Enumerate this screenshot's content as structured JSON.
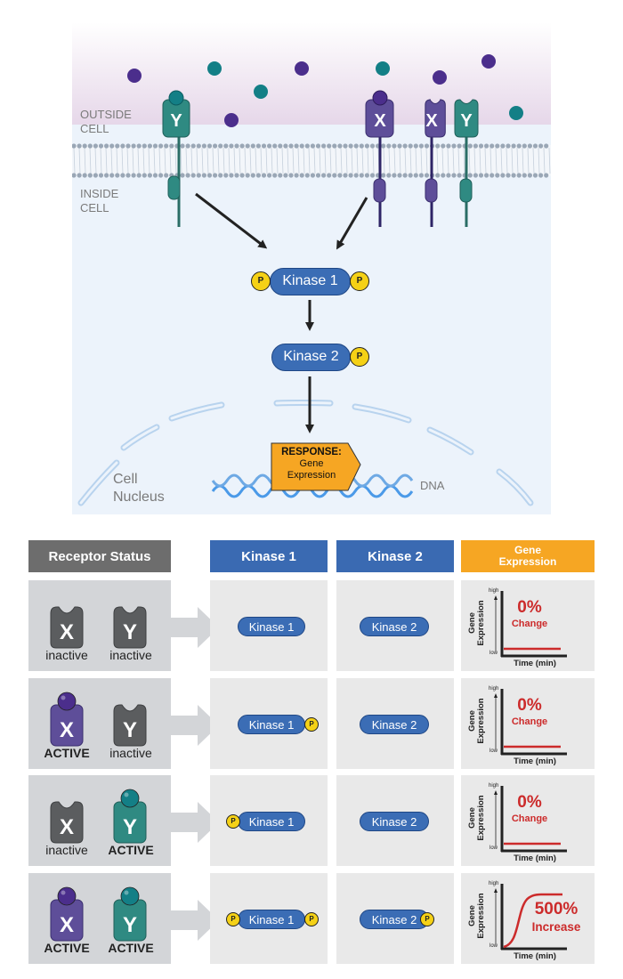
{
  "diagram": {
    "outside_label_1": "OUTSIDE",
    "outside_label_2": "CELL",
    "inside_label_1": "INSIDE",
    "inside_label_2": "CELL",
    "receptors": [
      {
        "letter": "Y",
        "bound": true
      },
      {
        "letter": "X",
        "bound": true
      },
      {
        "letter": "X",
        "bound": false
      },
      {
        "letter": "Y",
        "bound": false
      }
    ],
    "kinase1_label": "Kinase 1",
    "kinase2_label": "Kinase 2",
    "phosphate_label": "P",
    "response_title": "RESPONSE:",
    "response_line1": "Gene",
    "response_line2": "Expression",
    "nucleus_label_1": "Cell",
    "nucleus_label_2": "Nucleus",
    "dna_label": "DNA"
  },
  "colors": {
    "ligand_x": "#4b2e8c",
    "ligand_y": "#137f86",
    "receptor_x": "#5e4e99",
    "receptor_y": "#2f8a82",
    "receptor_inactive": "#5b5d5f",
    "kinase": "#3b6db5",
    "phosphate": "#f5d116",
    "response": "#f6a623",
    "header_grey": "#6d6d6d",
    "header_blue": "#3a6ab2",
    "header_orange": "#f6a623",
    "change_red": "#cc2b2b"
  },
  "table": {
    "headers": {
      "receptor_status": "Receptor Status",
      "kinase1": "Kinase 1",
      "kinase2": "Kinase 2",
      "gene_expression_1": "Gene",
      "gene_expression_2": "Expression"
    },
    "graph_labels": {
      "ylabel_1": "Gene",
      "ylabel_2": "Expression",
      "high": "high",
      "low": "low",
      "xlabel": "Time (min)"
    },
    "rows": [
      {
        "x_state": "inactive",
        "y_state": "inactive",
        "x_active": false,
        "y_active": false,
        "kinase1_label": "Kinase 1",
        "kinase1_p_left": false,
        "kinase1_p_right": false,
        "kinase2_label": "Kinase 2",
        "kinase2_p_right": false,
        "change_value": "0%",
        "change_text": "Change",
        "curve": "flat"
      },
      {
        "x_state": "ACTIVE",
        "y_state": "inactive",
        "x_active": true,
        "y_active": false,
        "kinase1_label": "Kinase 1",
        "kinase1_p_left": false,
        "kinase1_p_right": true,
        "kinase2_label": "Kinase 2",
        "kinase2_p_right": false,
        "change_value": "0%",
        "change_text": "Change",
        "curve": "flat"
      },
      {
        "x_state": "inactive",
        "y_state": "ACTIVE",
        "x_active": false,
        "y_active": true,
        "kinase1_label": "Kinase 1",
        "kinase1_p_left": true,
        "kinase1_p_right": false,
        "kinase2_label": "Kinase 2",
        "kinase2_p_right": false,
        "change_value": "0%",
        "change_text": "Change",
        "curve": "flat"
      },
      {
        "x_state": "ACTIVE",
        "y_state": "ACTIVE",
        "x_active": true,
        "y_active": true,
        "kinase1_label": "Kinase 1",
        "kinase1_p_left": true,
        "kinase1_p_right": true,
        "kinase2_label": "Kinase 2",
        "kinase2_p_right": true,
        "change_value": "500%",
        "change_text": "Increase",
        "curve": "sigmoid"
      }
    ]
  }
}
